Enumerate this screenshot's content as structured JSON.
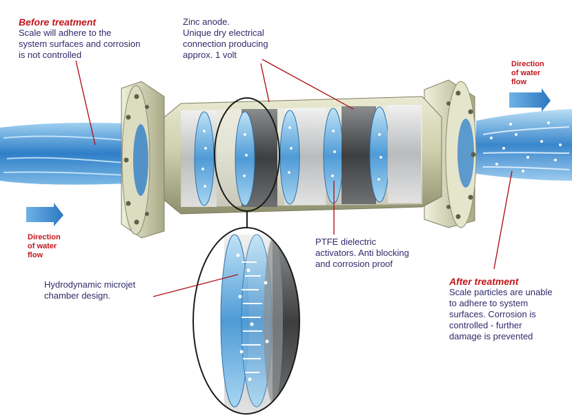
{
  "colors": {
    "label_text": "#2f2a6b",
    "heading": "#c0161b",
    "leader_line": "#b0141a",
    "water": "#3d86c9",
    "pipe_body": "#c9caa6",
    "zinc_band": "#55575a"
  },
  "before": {
    "heading": "Before treatment",
    "lines": [
      "Scale will adhere to  the",
      "system surfaces and corrosion",
      "is not controlled"
    ]
  },
  "zinc": {
    "lines": [
      "Zinc anode.",
      "Unique dry electrical",
      "connection producing",
      "approx. 1 volt"
    ]
  },
  "direction_right": {
    "lines": [
      "Direction",
      "of water",
      "flow"
    ]
  },
  "direction_left": {
    "lines": [
      "Direction",
      "of water",
      "flow"
    ]
  },
  "ptfe": {
    "lines": [
      "PTFE dielectric",
      "activators. Anti blocking",
      "and corrosion proof"
    ]
  },
  "microjet": {
    "lines": [
      "Hydrodynamic microjet",
      "chamber design."
    ]
  },
  "after": {
    "heading": "After treatment",
    "lines": [
      "Scale particles are unable",
      "to adhere to system",
      "surfaces. Corrosion is",
      "controlled - further",
      "damage is prevented"
    ]
  }
}
